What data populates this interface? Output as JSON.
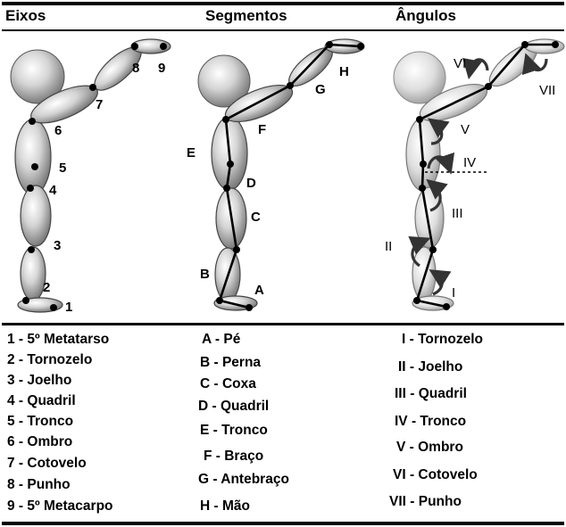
{
  "headers": {
    "eixos": "Eixos",
    "segmentos": "Segmentos",
    "angulos": "Ângulos"
  },
  "eixos_labels": [
    "1",
    "2",
    "3",
    "4",
    "5",
    "6",
    "7",
    "8",
    "9"
  ],
  "segmentos_labels": [
    "A",
    "B",
    "C",
    "D",
    "E",
    "F",
    "G",
    "H"
  ],
  "angulos_labels": [
    "I",
    "II",
    "III",
    "IV",
    "V",
    "VI",
    "VII"
  ],
  "legend_eixos": [
    "1 - 5º Metatarso",
    "2 - Tornozelo",
    "3 - Joelho",
    "4 - Quadril",
    "5 - Tronco",
    "6 - Ombro",
    "7 - Cotovelo",
    "8 - Punho",
    "9 - 5º Metacarpo"
  ],
  "legend_segmentos": [
    "A - Pé",
    "B - Perna",
    "C - Coxa",
    "D - Quadril",
    "E - Tronco",
    "F - Braço",
    "G - Antebraço",
    "H - Mão"
  ],
  "legend_angulos": [
    "I - Tornozelo",
    "II - Joelho",
    "III - Quadril",
    "IV - Tronco",
    "V - Ombro",
    "VI - Cotovelo",
    "VII - Punho"
  ]
}
